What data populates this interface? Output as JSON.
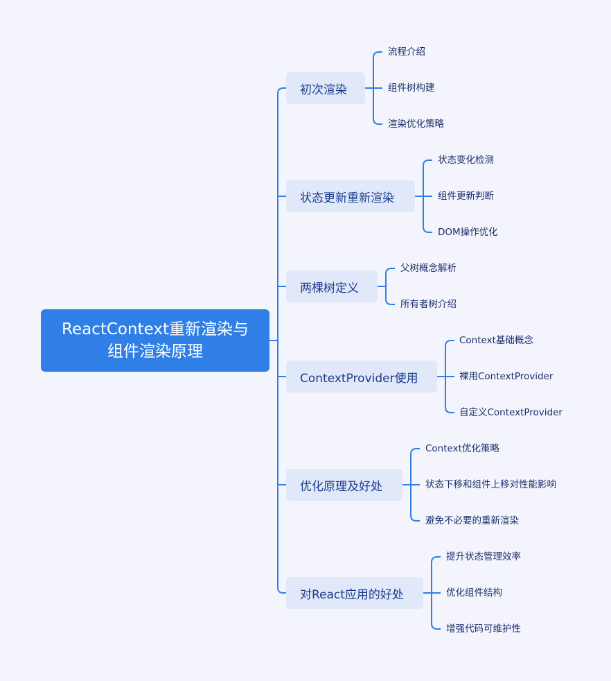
{
  "root": {
    "line1": "ReactContext重新渲染与",
    "line2": "组件渲染原理"
  },
  "colors": {
    "line": "#2f7fe7",
    "root_bg": "#2f7fe7",
    "branch_bg": "#e0e8fa",
    "branch_text": "#1c3c8c",
    "leaf_text": "#1c2e6c"
  },
  "branches": [
    {
      "label": "初次渲染",
      "children": [
        "流程介绍",
        "组件树构建",
        "渲染优化策略"
      ]
    },
    {
      "label": "状态更新重新渲染",
      "children": [
        "状态变化检测",
        "组件更新判断",
        "DOM操作优化"
      ]
    },
    {
      "label": "两棵树定义",
      "children": [
        "父树概念解析",
        "所有者树介绍"
      ]
    },
    {
      "label": "ContextProvider使用",
      "children": [
        "Context基础概念",
        "裸用ContextProvider",
        "自定义ContextProvider"
      ]
    },
    {
      "label": "优化原理及好处",
      "children": [
        "Context优化策略",
        "状态下移和组件上移对性能影响",
        "避免不必要的重新渲染"
      ]
    },
    {
      "label": "对React应用的好处",
      "children": [
        "提升状态管理效率",
        "优化组件结构",
        "增强代码可维护性"
      ]
    }
  ]
}
